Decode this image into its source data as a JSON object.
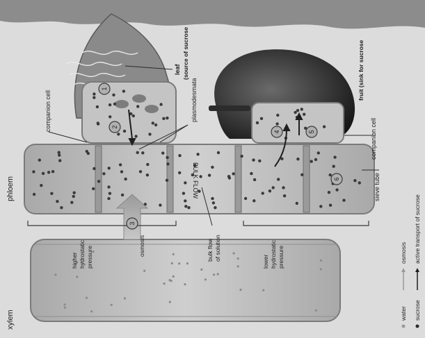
{
  "labels": {
    "xylem": "xylem",
    "phloem": "phloem",
    "companion_cell_top": "companion cell",
    "plasmodesmata": "plasmodesmata",
    "leaf": "leaf",
    "leaf_note": "(source of sucrose",
    "fruit": "fruit (sink for sucrose",
    "companion_cell_right": "companion cell",
    "sieve_tube": "sieve tube",
    "bulk_flow": "BULK FLOW",
    "higher_pressure": [
      "higher",
      "hydrostatic",
      "pressure"
    ],
    "osmosis_arrow": "osmosis",
    "bulk_flow_solution": [
      "bulk flow",
      "of solution"
    ],
    "lower_pressure": [
      "lower",
      "hydrostatic",
      "pressure"
    ]
  },
  "steps": [
    "1",
    "2",
    "3",
    "4",
    "5",
    "6"
  ],
  "legend": {
    "water": "water",
    "osmosis": "osmosis",
    "sucrose": "sucrose",
    "active_transport": "active transport of sucrose"
  },
  "colors": {
    "background": "#dcdcdc",
    "tube_fill": "#b9b9b9",
    "wall": "#7a7a7a",
    "leaf": "#8a8a8a",
    "fruit": "#2a2a2a",
    "dot": "#3a3a3a"
  }
}
